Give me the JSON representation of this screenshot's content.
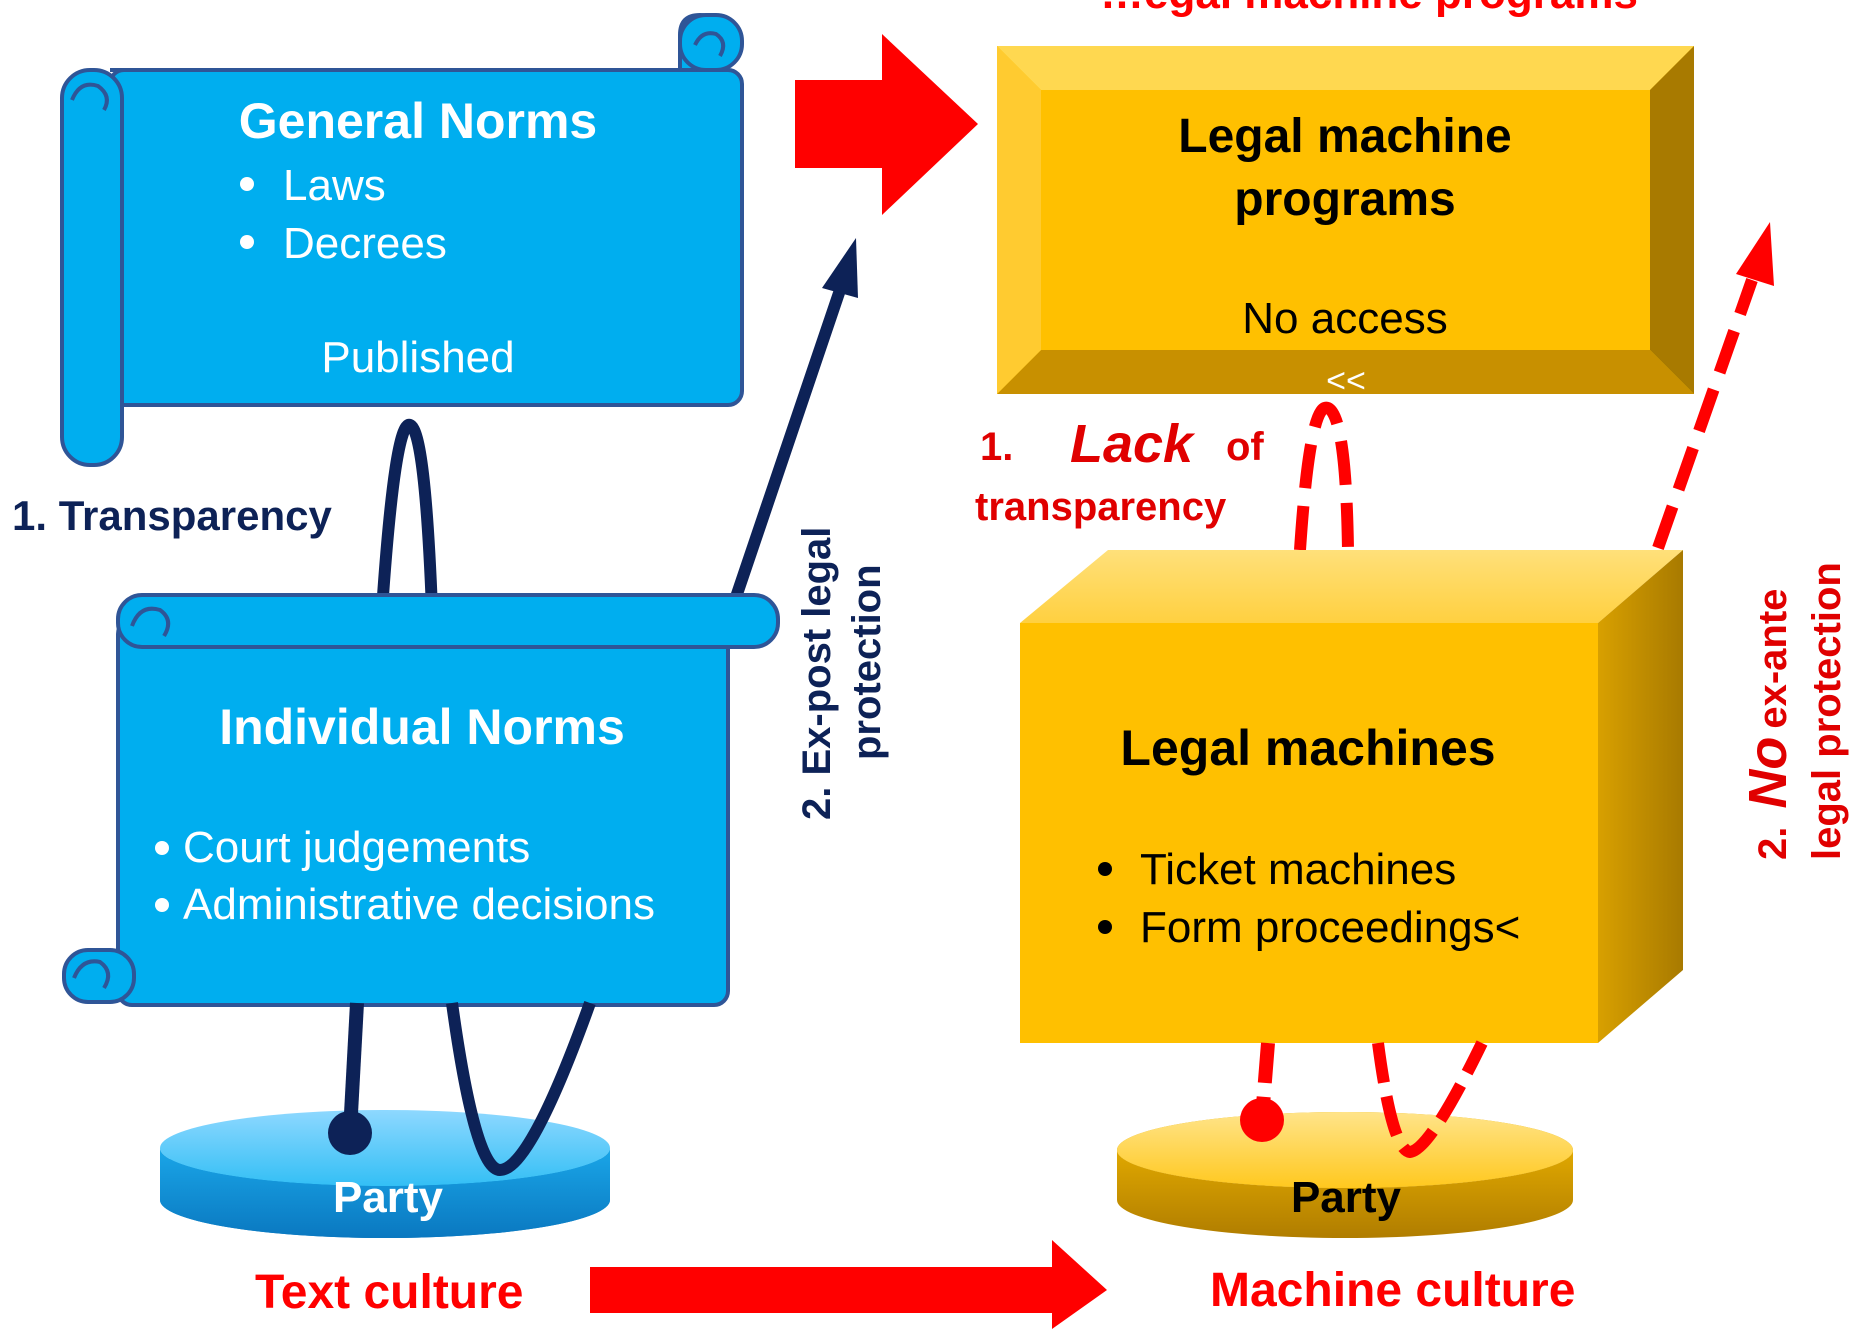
{
  "top_title_fragment": "…egal machine programs",
  "general_norms": {
    "title": "General Norms",
    "items": [
      "Laws",
      "Decrees"
    ],
    "note": "Published"
  },
  "individual_norms": {
    "title": "Individual Norms",
    "items": [
      "Court judgements",
      "Administrative decisions"
    ]
  },
  "legal_machine_programs": {
    "title_line1": "Legal machine",
    "title_line2": "programs",
    "note": "No access",
    "marker": "<<"
  },
  "legal_machines": {
    "title": "Legal machines",
    "items": [
      "Ticket machines",
      "Form proceedings<"
    ]
  },
  "party_left": "Party",
  "party_right": "Party",
  "left_labels": {
    "transparency": "1. Transparency",
    "expost_line1": "2. Ex-post legal",
    "expost_line2": "protection"
  },
  "right_labels": {
    "lack_num": "1.",
    "lack_word": "Lack",
    "lack_of": "of",
    "lack_line2": "transparency",
    "exante_num": "2.",
    "exante_no": "No",
    "exante_rest": "ex-ante",
    "exante_line2": "legal protection"
  },
  "footer": {
    "text_culture": "Text culture",
    "machine_culture": "Machine culture"
  },
  "colors": {
    "scroll_blue": "#00AEEF",
    "scroll_edge": "#2F5597",
    "navy": "#0D2257",
    "gold": "#FFC000",
    "red": "#FF0000",
    "dark_red": "#E00000"
  }
}
